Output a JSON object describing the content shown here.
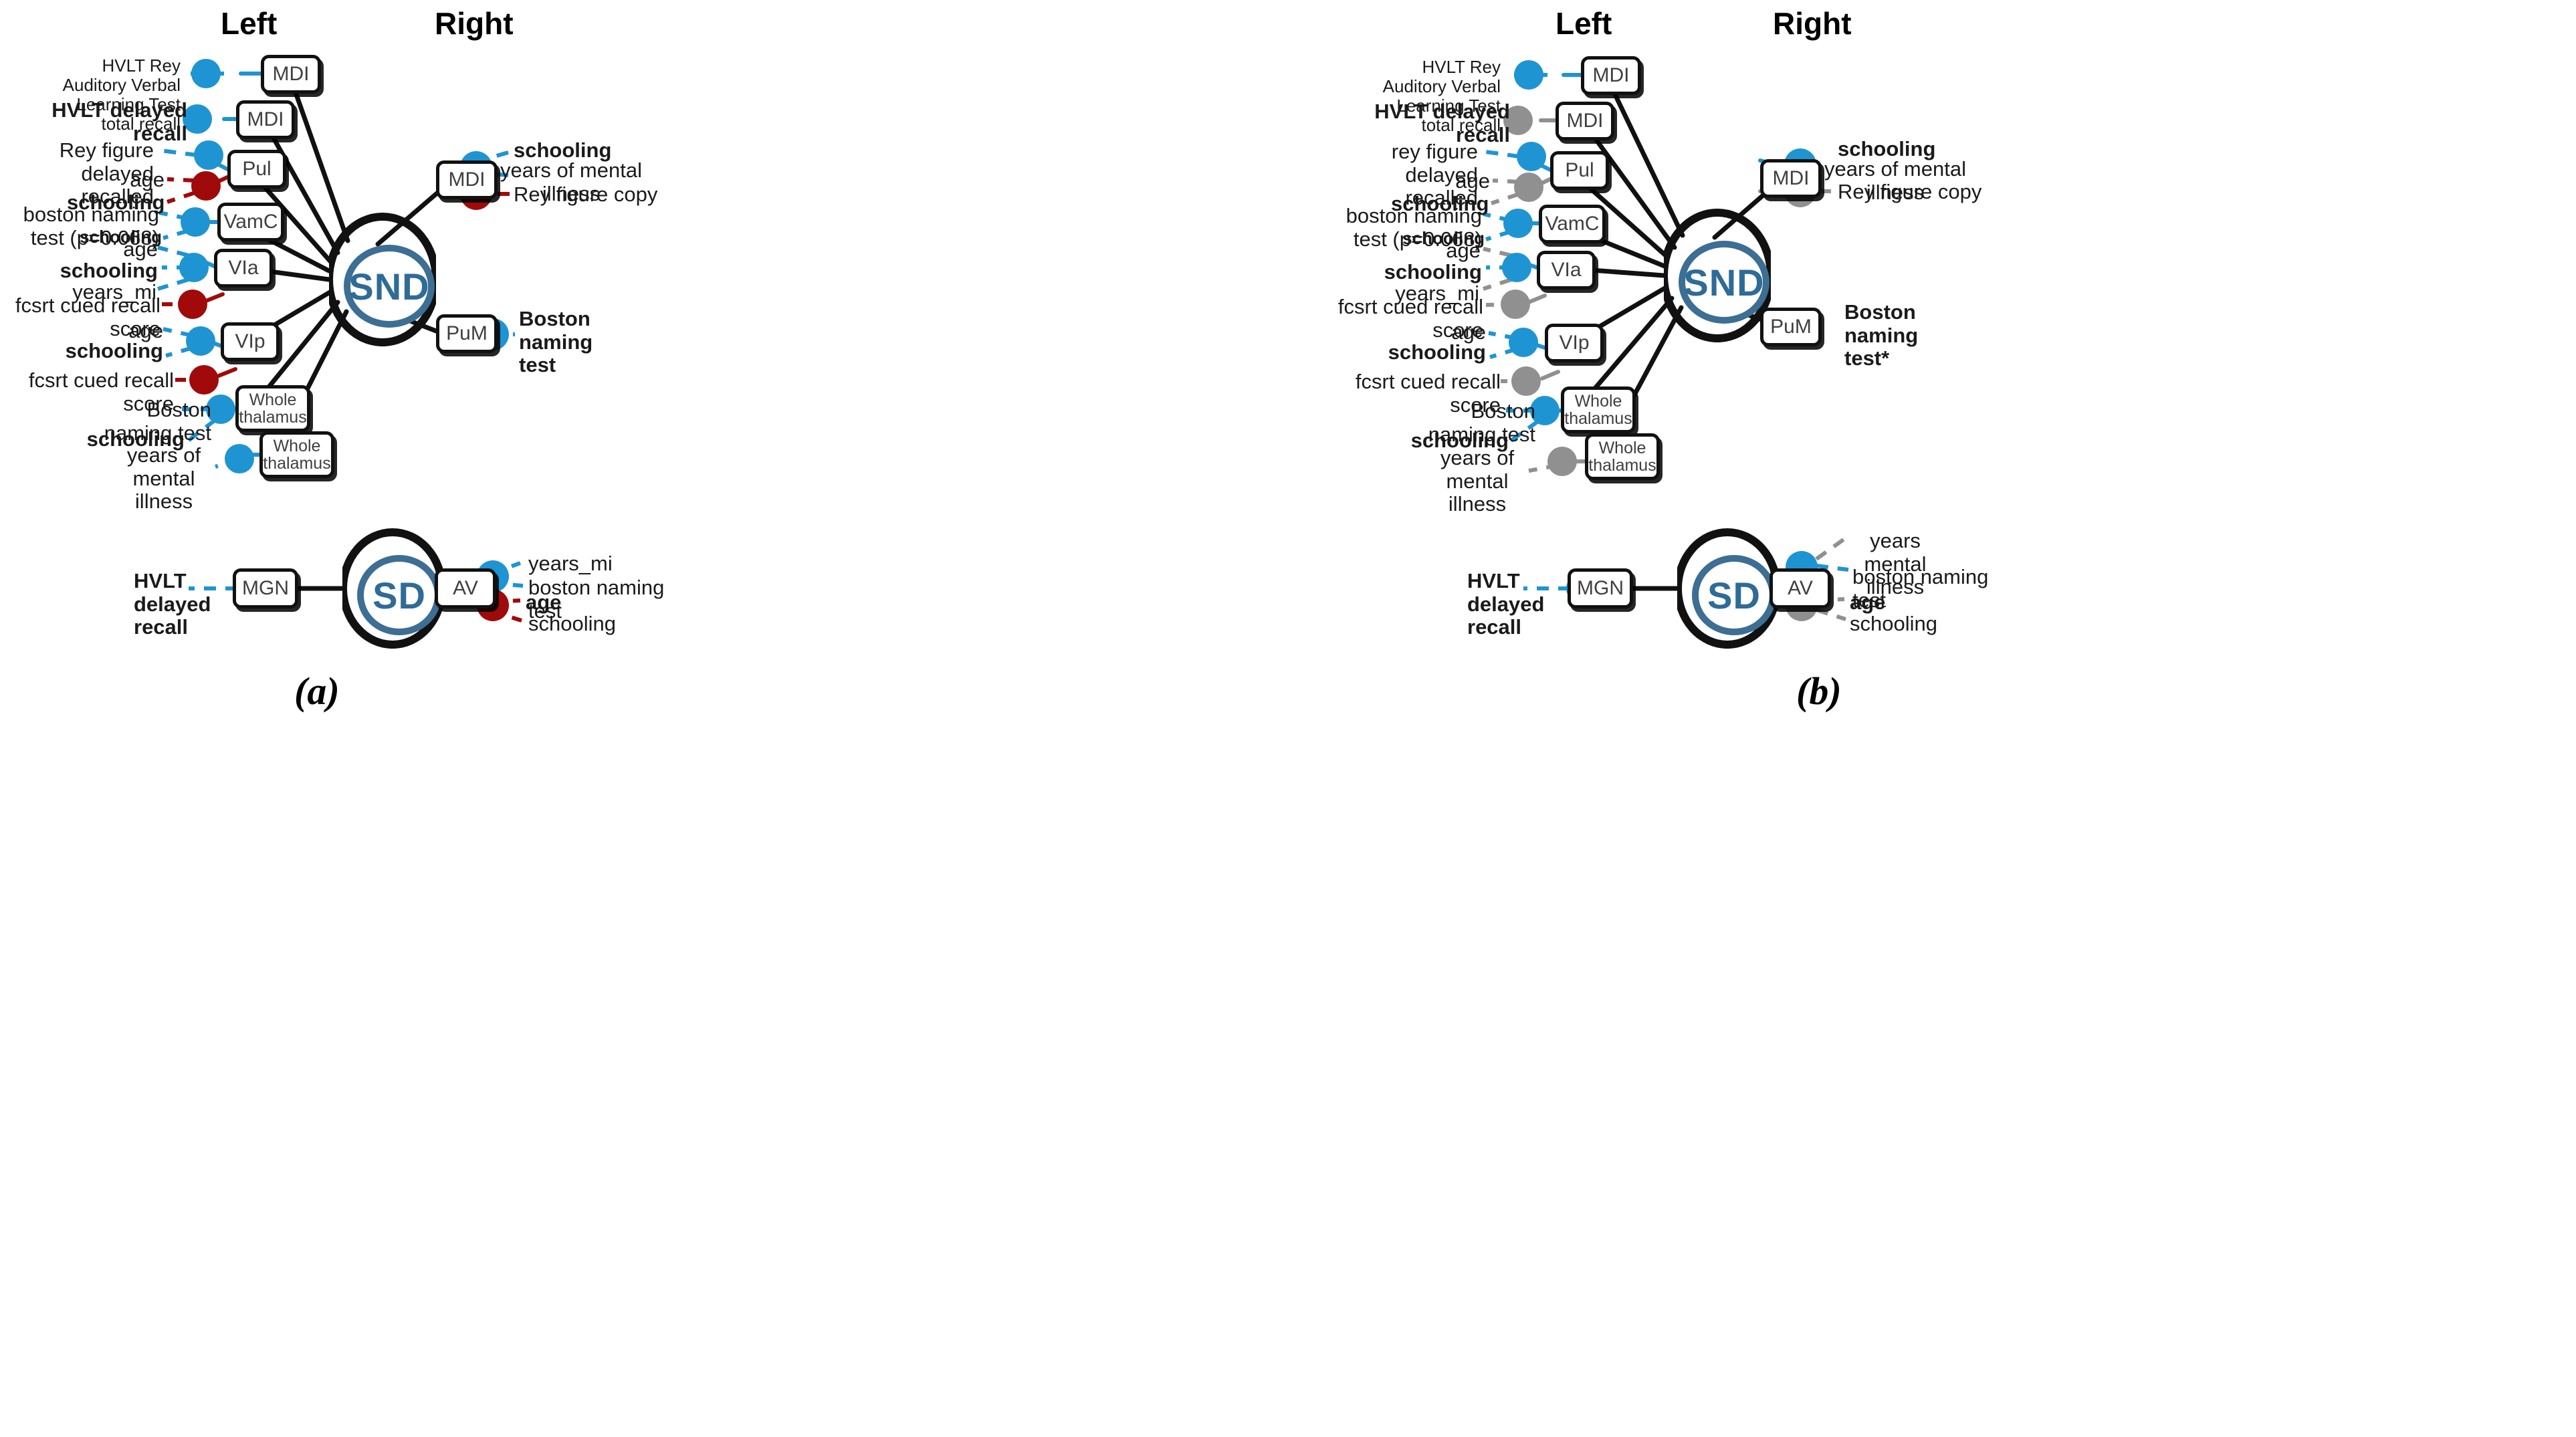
{
  "figure": {
    "panels": [
      {
        "id": "a",
        "caption": "(a)",
        "headers": {
          "left": "Left",
          "right": "Right"
        },
        "hubs": [
          {
            "name": "SND",
            "label": "SND"
          },
          {
            "name": "SD",
            "label": "SD"
          }
        ],
        "snd_left_branches": [
          {
            "box": "MDI",
            "links": [
              {
                "text": "HVLT Rey Auditory Verbal\nLearning Test total recall",
                "color": "blue",
                "bold": false
              }
            ]
          },
          {
            "box": "MDI",
            "links": [
              {
                "text": "HVLT delayed\nrecall",
                "color": "blue",
                "bold": true
              }
            ]
          },
          {
            "box": "Pul",
            "links": [
              {
                "text": "Rey figure delayed\nrecalled",
                "color": "blue",
                "bold": false
              },
              {
                "text": "age",
                "color": "red",
                "bold": false
              },
              {
                "text": "schooling",
                "color": "red",
                "bold": true
              }
            ]
          },
          {
            "box": "VamC",
            "links": [
              {
                "text": "boston naming test (p=0.068)",
                "color": "blue",
                "bold": false
              },
              {
                "text": "schooling",
                "color": "blue",
                "bold": true
              }
            ]
          },
          {
            "box": "VIa",
            "links": [
              {
                "text": "age",
                "color": "blue",
                "bold": false
              },
              {
                "text": "schooling",
                "color": "blue",
                "bold": true
              },
              {
                "text": "years_mi",
                "color": "blue",
                "bold": false
              },
              {
                "text": "fcsrt cued recall score",
                "color": "red",
                "bold": false
              }
            ]
          },
          {
            "box": "VIp",
            "links": [
              {
                "text": "age",
                "color": "blue",
                "bold": false
              },
              {
                "text": "schooling",
                "color": "blue",
                "bold": true
              },
              {
                "text": "fcsrt cued recall score",
                "color": "red",
                "bold": false
              }
            ]
          },
          {
            "box": "Whole thalamus",
            "links": [
              {
                "text": "Boston naming test",
                "color": "blue",
                "bold": false
              },
              {
                "text": "schooling",
                "color": "blue",
                "bold": true
              }
            ]
          },
          {
            "box": "Whole thalamus",
            "links": [
              {
                "text": "years of\nmental illness",
                "color": "blue",
                "bold": false
              }
            ]
          }
        ],
        "snd_right_branches": [
          {
            "box": "MDI",
            "links": [
              {
                "text": "schooling",
                "color": "blue",
                "bold": true
              },
              {
                "text": "years of mental\nillness",
                "color": "blue",
                "bold": false
              },
              {
                "text": "Rey figure copy",
                "color": "red",
                "bold": false
              }
            ]
          },
          {
            "box": "PuM",
            "links": [
              {
                "text": "Boston\nnaming\ntest",
                "color": "blue",
                "bold": true
              }
            ]
          }
        ],
        "sd_left_branches": [
          {
            "box": "MGN",
            "links": [
              {
                "text": "HVLT\ndelayed\nrecall",
                "color": "blue",
                "bold": true
              }
            ]
          }
        ],
        "sd_right_branches": [
          {
            "box": "AV",
            "links": [
              {
                "text": "years_mi",
                "color": "blue",
                "bold": false
              },
              {
                "text": "boston naming test",
                "color": "blue",
                "bold": false
              },
              {
                "text": "age",
                "color": "red",
                "bold": true
              },
              {
                "text": "schooling",
                "color": "red",
                "bold": false
              }
            ]
          }
        ]
      },
      {
        "id": "b",
        "caption": "(b)",
        "headers": {
          "left": "Left",
          "right": "Right"
        },
        "hubs": [
          {
            "name": "SND",
            "label": "SND"
          },
          {
            "name": "SD",
            "label": "SD"
          }
        ],
        "snd_left_branches": [
          {
            "box": "MDI",
            "links": [
              {
                "text": "HVLT Rey Auditory Verbal\nLearning Test total recall",
                "color": "blue",
                "bold": false
              }
            ]
          },
          {
            "box": "MDI",
            "links": [
              {
                "text": "HVLT delayed\nrecall",
                "color": "gray",
                "bold": true
              }
            ]
          },
          {
            "box": "Pul",
            "links": [
              {
                "text": "rey figure delayed\nrecalled",
                "color": "blue",
                "bold": false
              },
              {
                "text": "age",
                "color": "gray",
                "bold": false
              },
              {
                "text": "schooling",
                "color": "gray",
                "bold": true
              }
            ]
          },
          {
            "box": "VamC",
            "links": [
              {
                "text": "boston naming test (p=0.068)",
                "color": "blue",
                "bold": false
              },
              {
                "text": "schooling",
                "color": "blue",
                "bold": true
              }
            ]
          },
          {
            "box": "VIa",
            "links": [
              {
                "text": "age",
                "color": "gray",
                "bold": false
              },
              {
                "text": "schooling",
                "color": "blue",
                "bold": true
              },
              {
                "text": "years_mi",
                "color": "gray",
                "bold": false
              },
              {
                "text": "fcsrt cued recall score",
                "color": "gray",
                "bold": false
              }
            ]
          },
          {
            "box": "VIp",
            "links": [
              {
                "text": "age",
                "color": "blue",
                "bold": false
              },
              {
                "text": "schooling",
                "color": "blue",
                "bold": true
              },
              {
                "text": "fcsrt cued recall score",
                "color": "gray",
                "bold": false
              }
            ]
          },
          {
            "box": "Whole thalamus",
            "links": [
              {
                "text": "Boston naming test",
                "color": "blue",
                "bold": false
              },
              {
                "text": "schooling",
                "color": "blue",
                "bold": true
              }
            ]
          },
          {
            "box": "Whole thalamus",
            "links": [
              {
                "text": "years of\nmental illness",
                "color": "gray",
                "bold": false
              }
            ]
          }
        ],
        "snd_right_branches": [
          {
            "box": "MDI",
            "links": [
              {
                "text": "schooling",
                "color": "blue",
                "bold": true
              },
              {
                "text": "years of mental\nillness",
                "color": "blue",
                "bold": false
              },
              {
                "text": "Rey figure copy",
                "color": "gray",
                "bold": false
              }
            ]
          },
          {
            "box": "PuM",
            "links": [
              {
                "text": "Boston\nnaming\ntest*",
                "color": "blue",
                "bold": true
              }
            ]
          }
        ],
        "sd_left_branches": [
          {
            "box": "MGN",
            "links": [
              {
                "text": "HVLT\ndelayed\nrecall",
                "color": "blue",
                "bold": true
              }
            ]
          }
        ],
        "sd_right_branches": [
          {
            "box": "AV",
            "links": [
              {
                "text": "years mental\nillness",
                "color": "gray",
                "bold": false
              },
              {
                "text": "boston naming test",
                "color": "blue",
                "bold": false
              },
              {
                "text": "age",
                "color": "gray",
                "bold": true
              },
              {
                "text": "schooling",
                "color": "gray",
                "bold": false
              }
            ]
          }
        ]
      }
    ],
    "colors": {
      "blue": "#1F94D2",
      "red": "#A00A0A",
      "gray": "#909090",
      "hub_accent": "#3D6E94",
      "stroke": "#111111"
    },
    "labels": {
      "a_header_left": "Left",
      "a_header_right": "Right",
      "b_header_left": "Left",
      "b_header_right": "Right",
      "a_caption": "(a)",
      "b_caption": "(b)",
      "a_hub_snd": "SND",
      "a_hub_sd": "SD",
      "b_hub_snd": "SND",
      "b_hub_sd": "SD",
      "a_box_mdi1": "MDI",
      "a_box_mdi2": "MDI",
      "a_box_pul": "Pul",
      "a_box_vamc": "VamC",
      "a_box_via": "VIa",
      "a_box_vip": "VIp",
      "a_box_wt1": "Whole thalamus",
      "a_box_wt2": "Whole thalamus",
      "a_box_mdir": "MDI",
      "a_box_pum": "PuM",
      "a_box_mgn": "MGN",
      "a_box_av": "AV",
      "a_t_mdi1": "HVLT Rey Auditory Verbal Learning Test total recall",
      "a_t_mdi2": "HVLT delayed recall",
      "a_t_pul1": "Rey figure delayed recalled",
      "a_t_pul2": "age",
      "a_t_pul3": "schooling",
      "a_t_vamc1": "boston naming test (p=0.068)",
      "a_t_vamc2": "schooling",
      "a_t_via1": "age",
      "a_t_via2": "schooling",
      "a_t_via3": "years_mi",
      "a_t_via4": "fcsrt cued recall score",
      "a_t_vip1": "age",
      "a_t_vip2": "schooling",
      "a_t_vip3": "fcsrt cued recall score",
      "a_t_wt1a": "Boston naming test",
      "a_t_wt1b": "schooling",
      "a_t_wt2": "years of mental illness",
      "a_t_mdir1": "schooling",
      "a_t_mdir2": "years of mental illness",
      "a_t_mdir3": "Rey figure copy",
      "a_t_pum": "Boston naming test",
      "a_t_mgn": "HVLT delayed recall",
      "a_t_av1": "years_mi",
      "a_t_av2": "boston naming test",
      "a_t_av3": "age",
      "a_t_av4": "schooling",
      "b_box_mdi1": "MDI",
      "b_box_mdi2": "MDI",
      "b_box_pul": "Pul",
      "b_box_vamc": "VamC",
      "b_box_via": "VIa",
      "b_box_vip": "VIp",
      "b_box_wt1": "Whole thalamus",
      "b_box_wt2": "Whole thalamus",
      "b_box_mdir": "MDI",
      "b_box_pum": "PuM",
      "b_box_mgn": "MGN",
      "b_box_av": "AV",
      "b_t_mdi1": "HVLT Rey Auditory Verbal Learning Test total recall",
      "b_t_mdi2": "HVLT delayed recall",
      "b_t_pul1": "rey figure delayed recalled",
      "b_t_pul2": "age",
      "b_t_pul3": "schooling",
      "b_t_vamc1": "boston naming test (p=0.068)",
      "b_t_vamc2": "schooling",
      "b_t_via1": "age",
      "b_t_via2": "schooling",
      "b_t_via3": "years_mi",
      "b_t_via4": "fcsrt cued recall score",
      "b_t_vip1": "age",
      "b_t_vip2": "schooling",
      "b_t_vip3": "fcsrt cued recall score",
      "b_t_wt1a": "Boston naming test",
      "b_t_wt1b": "schooling",
      "b_t_wt2": "years of mental illness",
      "b_t_mdir1": "schooling",
      "b_t_mdir2": "years of mental illness",
      "b_t_mdir3": "Rey figure copy",
      "b_t_pum": "Boston naming test*",
      "b_t_mgn": "HVLT delayed recall",
      "b_t_av1": "years mental illness",
      "b_t_av2": "boston naming test",
      "b_t_av3": "age",
      "b_t_av4": "schooling"
    }
  }
}
